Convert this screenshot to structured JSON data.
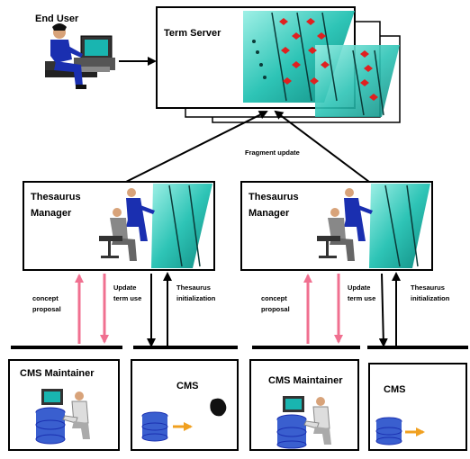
{
  "end_user": {
    "label": "End User"
  },
  "term_server": {
    "label": "Term Server"
  },
  "fragment_update": {
    "label": "Fragment update"
  },
  "thesaurus_left": {
    "label_line1": "Thesaurus",
    "label_line2": "Manager"
  },
  "thesaurus_right": {
    "label_line1": "Thesaurus",
    "label_line2": "Manager"
  },
  "links_left": {
    "concept_line1": "concept",
    "concept_line2": "proposal",
    "update_line1": "Update",
    "update_line2": "term use",
    "init_line1": "Thesaurus",
    "init_line2": "initialization"
  },
  "links_right": {
    "concept_line1": "concept",
    "concept_line2": "proposal",
    "update_line1": "Update",
    "update_line2": "term use",
    "init_line1": "Thesaurus",
    "init_line2": "initialization"
  },
  "cms_maintainer_left": {
    "label": "CMS Maintainer"
  },
  "cms_left": {
    "label": "CMS"
  },
  "cms_maintainer_right": {
    "label": "CMS Maintainer"
  },
  "cms_right": {
    "label": "CMS"
  },
  "colors": {
    "teal": "#2ec4b6",
    "pink": "#f07090",
    "red": "#e02020",
    "blue": "#3a5fcf",
    "orange": "#f0a020",
    "box_border": "#000000"
  }
}
